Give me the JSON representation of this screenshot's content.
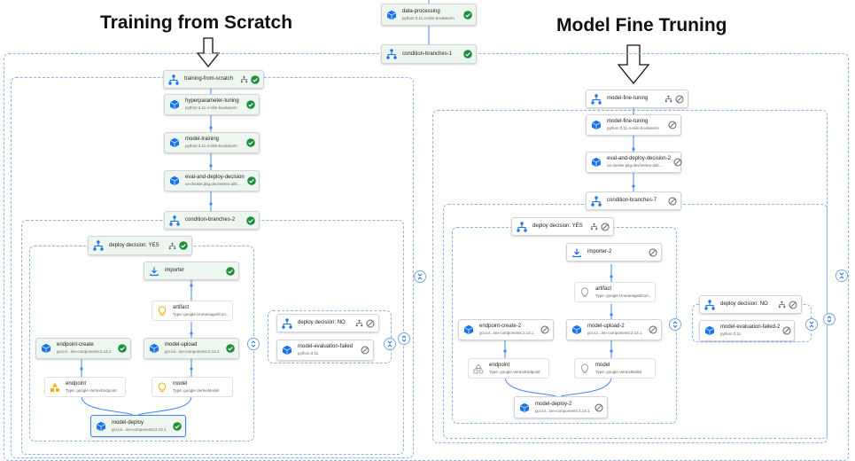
{
  "headings": {
    "left": "Training from Scratch",
    "right": "Model Fine Truning"
  },
  "colors": {
    "success": "#1e8e3e",
    "connector": "#4285f4",
    "dashed_border": "#8ab4e8",
    "pipeline_icon": "#1a73e8",
    "artifact_icon": "#f9ab00"
  },
  "top": {
    "data_processing": {
      "title": "data-processing",
      "subtitle": "python:3.11.4-slim-bookworm",
      "status": "success"
    },
    "condition_branches_1": {
      "title": "condition-branches-1",
      "status": "success"
    }
  },
  "left": {
    "training_from_scratch": {
      "title": "training-from-scratch",
      "status": "success"
    },
    "hyperparameter_tuning": {
      "title": "hyperparameter-tuning",
      "subtitle": "python:3.11.4-slim-bookworm",
      "status": "success"
    },
    "model_training": {
      "title": "model-training",
      "subtitle": "python:3.11.4-slim-bookworm",
      "status": "success"
    },
    "eval_and_deploy_decision": {
      "title": "eval-and-deploy-decision",
      "subtitle": "us-docker.pkg.dev/vertex-ai/tr...",
      "status": "success"
    },
    "condition_branches_2": {
      "title": "condition-branches-2",
      "status": "success"
    },
    "deploy_decision_yes": {
      "title": "deploy decision: YES",
      "status": "success"
    },
    "importer": {
      "title": "importer",
      "status": "success"
    },
    "artifact": {
      "title": "artifact",
      "subtitle": "Type: google.UnmanagedCon..."
    },
    "endpoint_create": {
      "title": "endpoint-create",
      "subtitle": "gcr.io/...ine-components:2.14.1",
      "status": "success"
    },
    "model_upload": {
      "title": "model-upload",
      "subtitle": "gcr.io/...ine-components:2.14.1",
      "status": "success"
    },
    "endpoint": {
      "title": "endpoint",
      "subtitle": "Type: google.VertexEndpoint"
    },
    "model": {
      "title": "model",
      "subtitle": "Type: google.VertexModel"
    },
    "model_deploy": {
      "title": "model-deploy",
      "subtitle": "gcr.io/...ine-components:2.14.1",
      "status": "success"
    },
    "deploy_decision_no": {
      "title": "deploy decision: NO",
      "status": "skipped"
    },
    "model_evaluation_failed": {
      "title": "model-evaluation-failed",
      "subtitle": "python:3.11",
      "status": "skipped"
    }
  },
  "right": {
    "model_fine_tuning": {
      "title": "model-fine-tuning",
      "status": "skipped"
    },
    "model_fine_tuning_task": {
      "title": "model-fine-tuning",
      "subtitle": "python:3.11.4-slim-bookworm",
      "status": "skipped"
    },
    "eval_and_deploy_decision_2": {
      "title": "eval-and-deploy-decision-2",
      "subtitle": "us-docker.pkg.dev/vertex-ai/tr...",
      "status": "skipped"
    },
    "condition_branches_7": {
      "title": "condition-branches-7",
      "status": "skipped"
    },
    "deploy_decision_yes": {
      "title": "deploy decision: YES",
      "status": "skipped"
    },
    "importer_2": {
      "title": "importer-2",
      "status": "skipped"
    },
    "artifact": {
      "title": "artifact",
      "subtitle": "Type: google.UnmanagedCon..."
    },
    "endpoint_create_2": {
      "title": "endpoint-create-2",
      "subtitle": "gcr.io/...ine-components:2.14.1",
      "status": "skipped"
    },
    "model_upload_2": {
      "title": "model-upload-2",
      "subtitle": "gcr.io/...ine-components:2.14.1",
      "status": "skipped"
    },
    "endpoint": {
      "title": "endpoint",
      "subtitle": "Type: google.VertexEndpoint"
    },
    "model": {
      "title": "model",
      "subtitle": "Type: google.VertexModel"
    },
    "model_deploy_2": {
      "title": "model-deploy-2",
      "subtitle": "gcr.io/...ine-components:2.14.1",
      "status": "skipped"
    },
    "deploy_decision_no": {
      "title": "deploy decision: NO",
      "status": "skipped"
    },
    "model_evaluation_failed_2": {
      "title": "model-evaluation-failed-2",
      "subtitle": "python:3.11",
      "status": "skipped"
    }
  }
}
